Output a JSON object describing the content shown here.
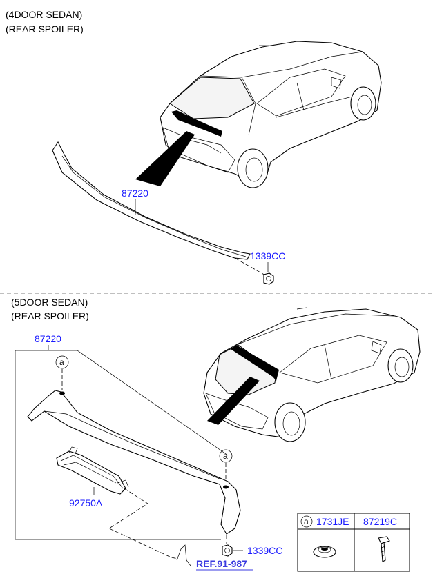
{
  "section_4door": {
    "title_line1": "(4DOOR SEDAN)",
    "title_line2": "(REAR SPOILER)",
    "part_spoiler": "87220",
    "part_nut": "1339CC"
  },
  "section_5door": {
    "title_line1": "(5DOOR SEDAN)",
    "title_line2": "(REAR SPOILER)",
    "part_spoiler": "87220",
    "part_lamp": "92750A",
    "part_nut": "1339CC",
    "ref_label": "REF.91-987",
    "callout_letter": "a"
  },
  "legend_table": {
    "col1_letter": "a",
    "col1_part": "1731JE",
    "col2_part": "87219C"
  }
}
